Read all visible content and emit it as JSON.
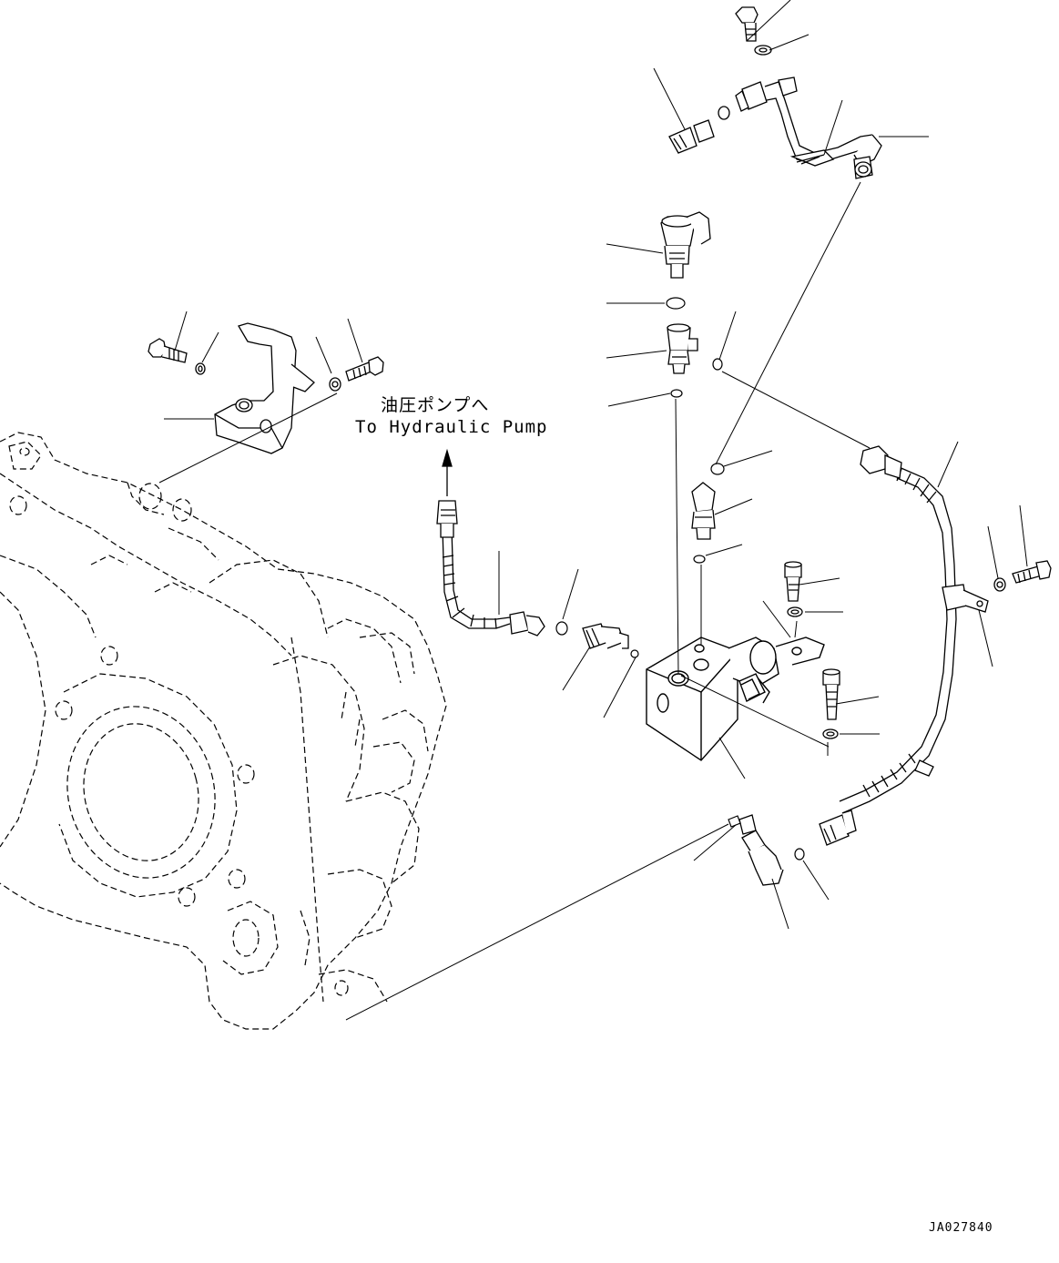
{
  "callout": {
    "japanese": "油圧ポンプへ",
    "english": "To Hydraulic Pump"
  },
  "drawing_number": "JA027840",
  "colors": {
    "line": "#000000",
    "background": "#ffffff"
  }
}
